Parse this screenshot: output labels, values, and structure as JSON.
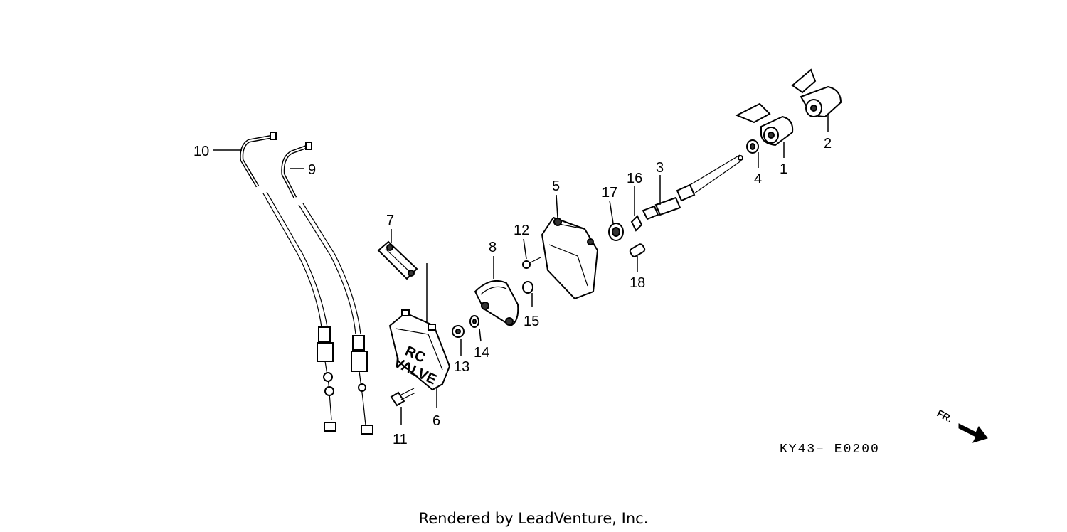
{
  "diagram": {
    "callouts": [
      {
        "id": "1",
        "label": "1"
      },
      {
        "id": "2",
        "label": "2"
      },
      {
        "id": "3",
        "label": "3"
      },
      {
        "id": "4",
        "label": "4"
      },
      {
        "id": "5",
        "label": "5"
      },
      {
        "id": "6",
        "label": "6"
      },
      {
        "id": "7",
        "label": "7"
      },
      {
        "id": "8",
        "label": "8"
      },
      {
        "id": "9",
        "label": "9"
      },
      {
        "id": "10",
        "label": "10"
      },
      {
        "id": "11",
        "label": "11"
      },
      {
        "id": "12",
        "label": "12"
      },
      {
        "id": "13",
        "label": "13"
      },
      {
        "id": "14",
        "label": "14"
      },
      {
        "id": "15",
        "label": "15"
      },
      {
        "id": "16",
        "label": "16"
      },
      {
        "id": "17",
        "label": "17"
      },
      {
        "id": "18",
        "label": "18"
      }
    ],
    "cover_text_line1": "RC",
    "cover_text_line2": "VALVE",
    "diagram_code": "KY43– E0200",
    "direction_label": "FR.",
    "footer": "Rendered by LeadVenture, Inc."
  }
}
